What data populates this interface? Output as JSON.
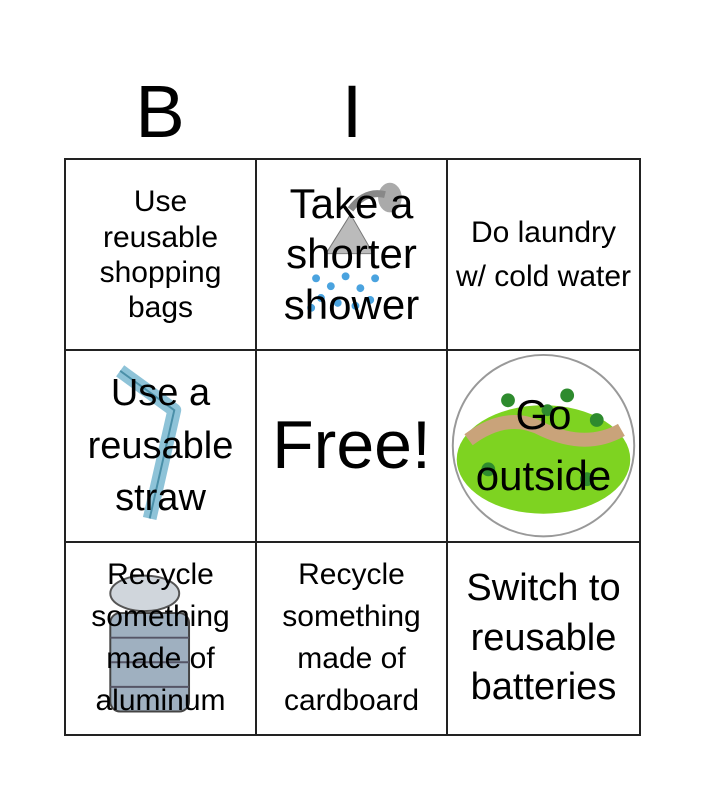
{
  "header": {
    "letters": [
      "B",
      "I"
    ]
  },
  "cells": [
    {
      "text": "Use reusable shopping bags"
    },
    {
      "text": "Take a shorter shower",
      "image": "shower-head"
    },
    {
      "text": "Do laundry w/ cold water"
    },
    {
      "text": "Use a reusable straw",
      "image": "straw"
    },
    {
      "text": "Free!"
    },
    {
      "text": "Go outside",
      "image": "park-globe"
    },
    {
      "text": "Recycle something made of aluminum",
      "image": "tin-can"
    },
    {
      "text": "Recycle something made of cardboard"
    },
    {
      "text": "Switch to reusable batteries"
    }
  ]
}
